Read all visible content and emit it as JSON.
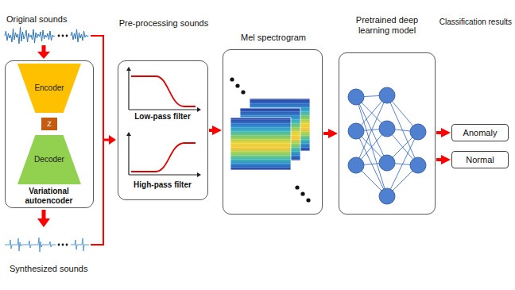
{
  "diagram": {
    "nodes": [
      {
        "text": [
          "Variational autoencoder"
        ]
      },
      {
        "text": [
          "Encoder"
        ],
        "in": 0
      },
      {
        "text": [
          "Z"
        ],
        "in": 0
      },
      {
        "text": [
          "Decoder"
        ],
        "in": 0
      },
      {
        "text": [
          "Pre-processing sounds",
          "Low-pass filter",
          "High-pass filter"
        ]
      },
      {
        "text": [
          "Mel spectrogram"
        ]
      },
      {
        "text": [
          "Pretrained deep learning model"
        ]
      },
      {
        "text": [
          "Anomaly"
        ]
      },
      {
        "text": [
          "Normal"
        ]
      }
    ],
    "edges": [
      {
        "from": 4,
        "to": 5,
        "arrow": "to"
      },
      {
        "from": 5,
        "to": 6,
        "arrow": "to"
      },
      {
        "from": 6,
        "to": 7,
        "arrow": "to"
      },
      {
        "from": 6,
        "to": 8,
        "arrow": "to"
      }
    ],
    "labels": [
      "Original sounds",
      "Classification results",
      "Synthesized sounds"
    ]
  }
}
